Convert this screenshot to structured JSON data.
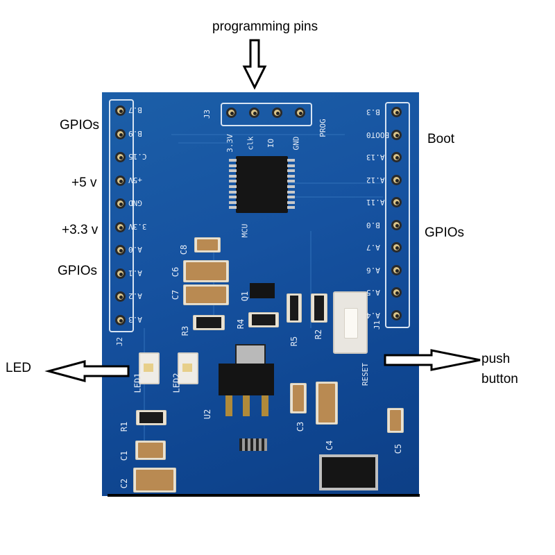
{
  "annotations": {
    "programming_pins": "programming pins",
    "gpios_top_left": "GPIOs",
    "plus5v": "+5 v",
    "plus33v": "+3.3 v",
    "gpios_bottom_left": "GPIOs",
    "boot": "Boot",
    "gpios_right": "GPIOs",
    "led": "LED",
    "push_button_line1": "push",
    "push_button_line2": "button"
  },
  "silkscreen": {
    "j2_pins": [
      "B.7",
      "B.9",
      "C.15",
      "+5V",
      "GND",
      "3.3V",
      "A.0",
      "A.1",
      "A.2",
      "A.3"
    ],
    "j1_pins": [
      "B.3",
      "BOOT0",
      "A.13",
      "A.12",
      "A.11",
      "B.0",
      "A.7",
      "A.6",
      "A.5",
      "A.4"
    ],
    "j3_pins": [
      "3.3V",
      "clk",
      "IO",
      "GND"
    ],
    "j3": "J3",
    "j2": "J2",
    "j1": "J1",
    "prog": "PROG",
    "mcu": "MCU",
    "reset": "RESET",
    "refs": [
      "C8",
      "C6",
      "C7",
      "R3",
      "R4",
      "R5",
      "R2",
      "Q1",
      "U2",
      "C3",
      "C4",
      "C5",
      "R1",
      "C1",
      "C2",
      "LED1",
      "LED2"
    ]
  },
  "colors": {
    "pcb": "#1652a0",
    "silkscreen": "#e8eff8",
    "pin_gold": "#d9c48a",
    "component_body": "#1a1a1a"
  }
}
